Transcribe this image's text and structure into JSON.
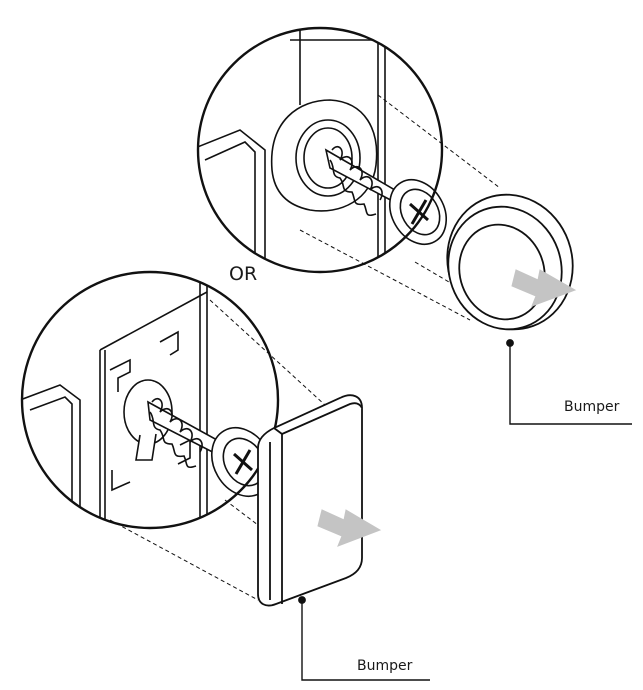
{
  "figure": {
    "or_text": "OR",
    "callouts": [
      {
        "text": "Bumper"
      },
      {
        "text": "Bumper"
      }
    ]
  },
  "colors": {
    "line": "#111111",
    "arrow": "#c4c4c4",
    "background": "#ffffff"
  },
  "icons": [
    "screw-icon",
    "round-bumper-icon",
    "square-bumper-icon",
    "push-arrow-icon"
  ]
}
